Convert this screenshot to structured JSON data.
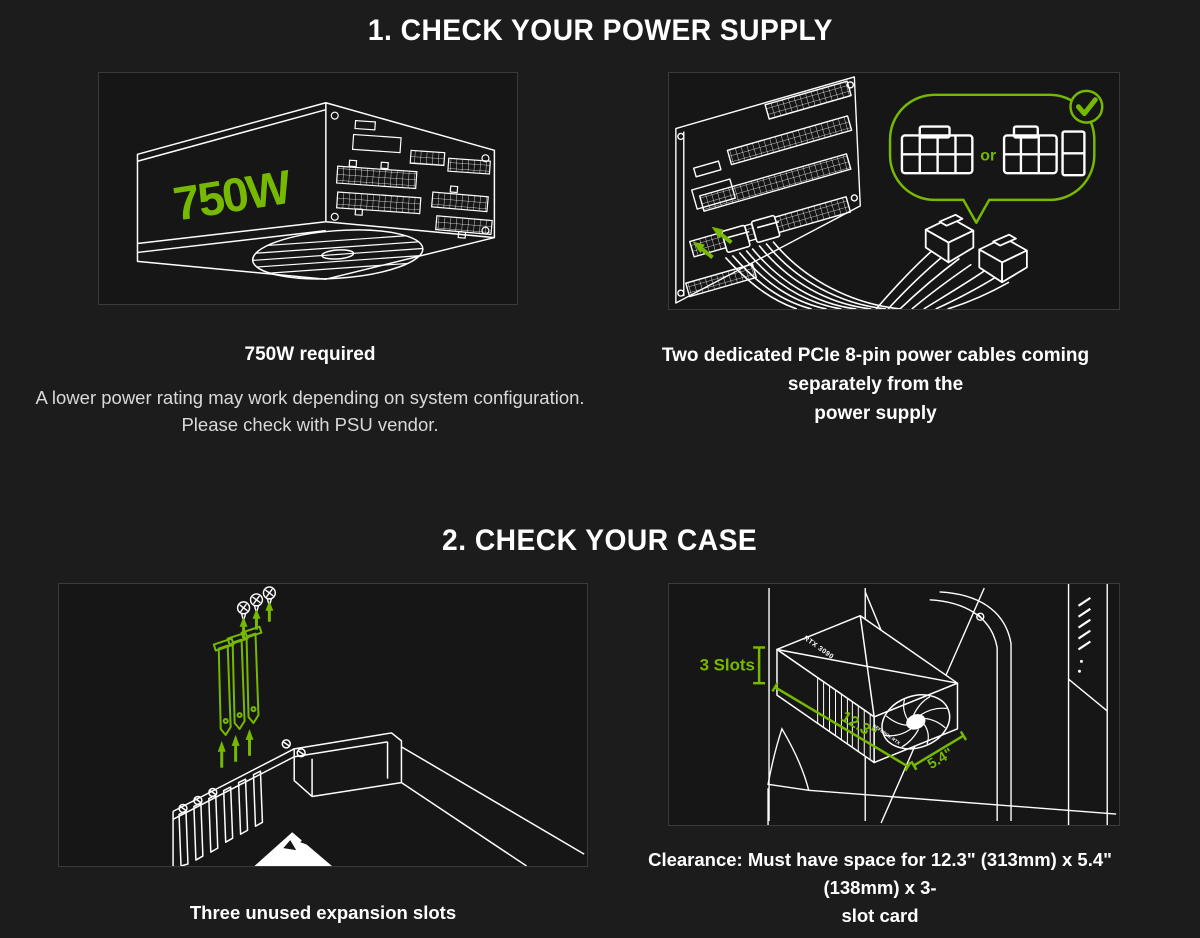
{
  "theme": {
    "background": "#1c1c1c",
    "panel_background": "#161616",
    "panel_border": "#3a3a3a",
    "accent_green": "#76b900",
    "line_white": "#ffffff",
    "text_primary": "#ffffff",
    "text_secondary": "#d9d9d9"
  },
  "section_power": {
    "heading": "1. CHECK YOUR POWER SUPPLY",
    "psu_panel": {
      "wattage_label": "750W"
    },
    "cables_panel": {
      "or_label": "or"
    },
    "psu_caption_title": "750W required",
    "psu_caption_note": [
      "A lower power rating may work depending on system configuration.",
      "Please check with PSU vendor."
    ],
    "cables_caption": [
      "Two dedicated PCIe 8-pin power cables coming separately from the",
      "power supply"
    ]
  },
  "section_case": {
    "heading": "2. CHECK YOUR CASE",
    "clearance_panel": {
      "slots_label": "3 Slots",
      "length_label": "12.3\"",
      "depth_label": "5.4\"",
      "gpu_top_label": "RTX 3090",
      "gpu_side_label": "GEFORCE RTX"
    },
    "slots_caption": "Three unused expansion slots",
    "clearance_caption": [
      "Clearance: Must have space for 12.3\" (313mm) x 5.4\" (138mm) x 3-",
      "slot card"
    ]
  }
}
